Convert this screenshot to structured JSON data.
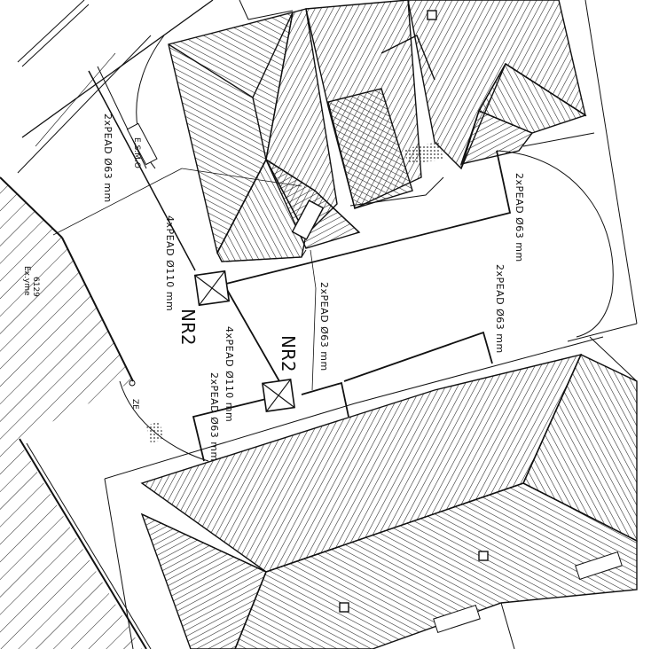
{
  "plan": {
    "colors": {
      "line": "#111111",
      "background": "#ffffff",
      "hatch": "#222222"
    },
    "chambers": [
      {
        "label": "NR2"
      },
      {
        "label": "NR2"
      }
    ],
    "pipe_labels": {
      "pead_110_upper": "4xPEAD Ø110 mm",
      "pead_110_lower": "4xPEAD Ø110 mm",
      "pead_63_top_left": "2xPEAD Ø63 mm",
      "pead_63_middle": "2xPEAD Ø63 mm",
      "pead_63_right_top": "2xPEAD Ø63 mm",
      "pead_63_right_mid": "2xPEAD Ø63 mm",
      "pead_63_bottom": "2xPEAD Ø63 mm"
    },
    "misc_labels": {
      "parcel": "6129",
      "parcel_sub": "Ex.yme",
      "small_box": "E.S.M.O",
      "corner_tag": "ZE"
    }
  }
}
